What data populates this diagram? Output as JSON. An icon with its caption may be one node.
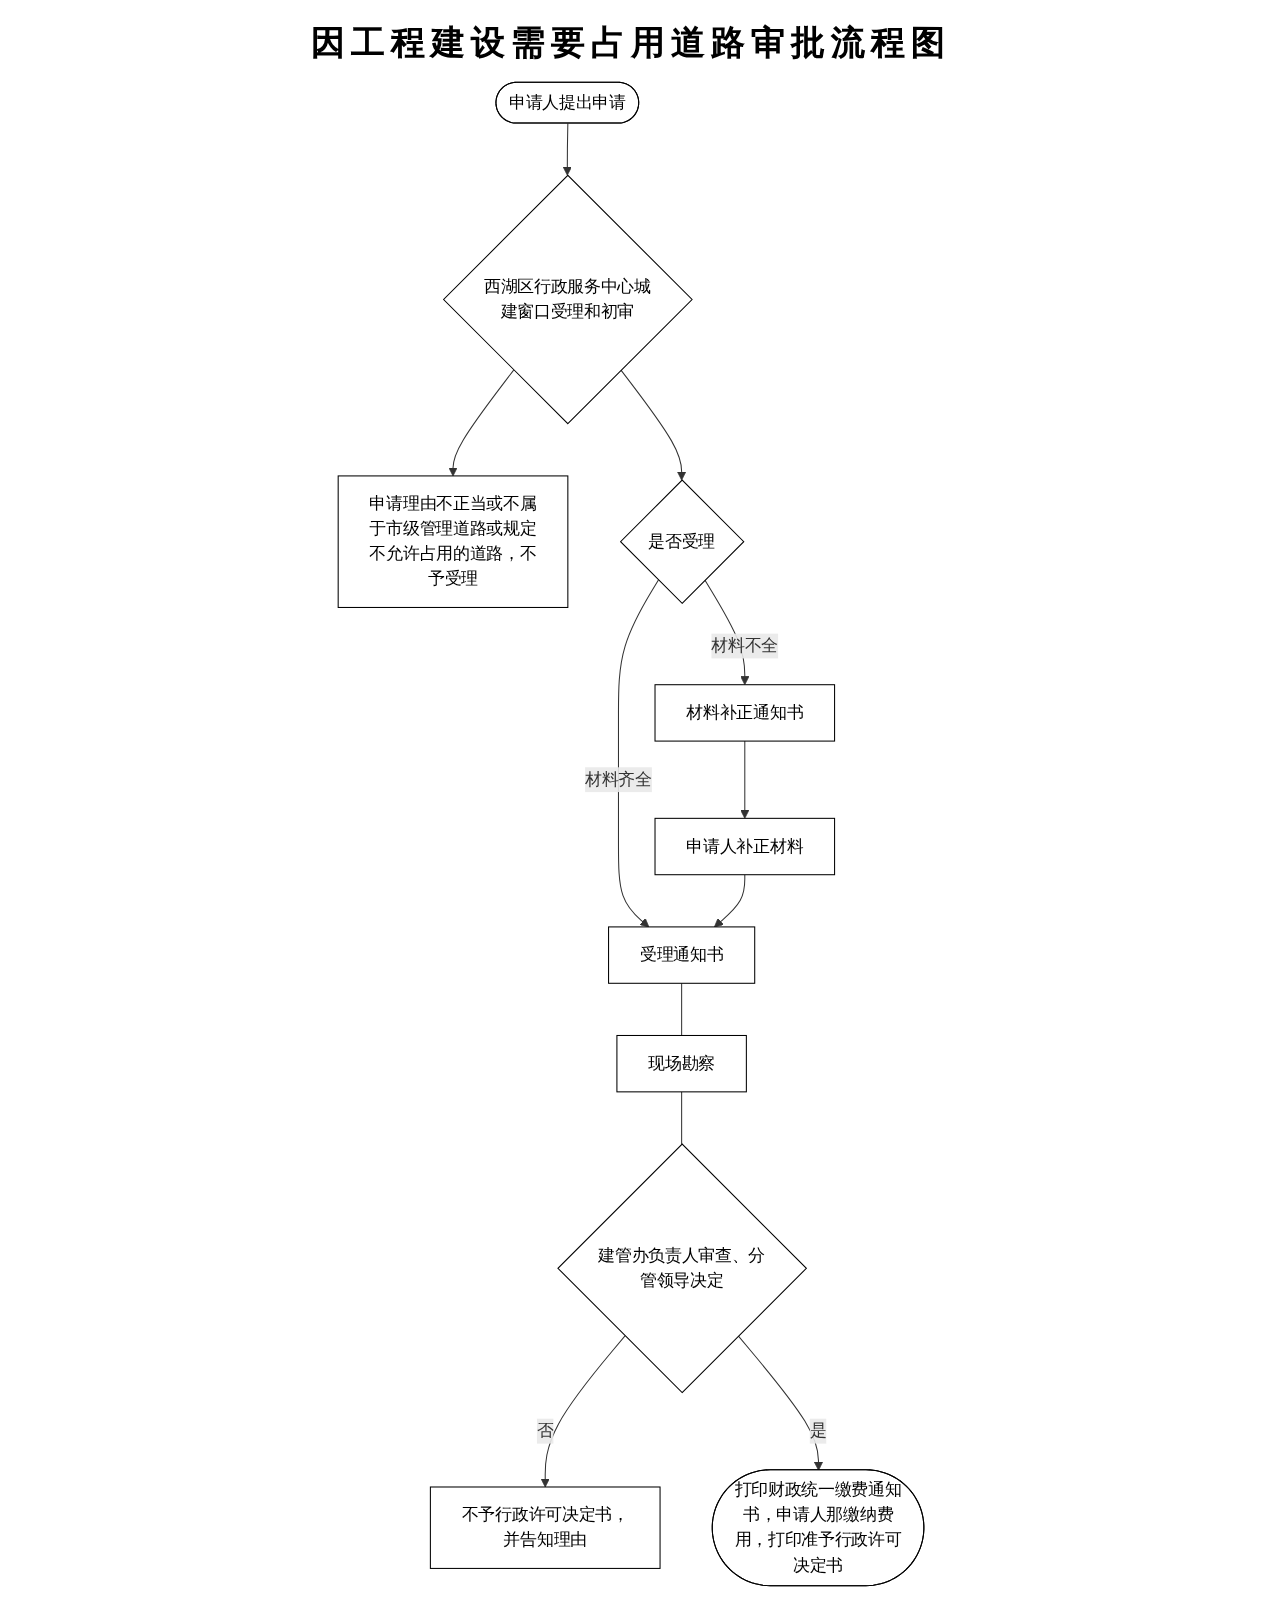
{
  "diagram": {
    "title": "因工程建设需要占用道路审批流程图",
    "nodes": [
      {
        "text": [
          "申请人提出申请"
        ]
      },
      {
        "text": [
          "西湖区行政服务中心城建窗口受理和初审"
        ]
      },
      {
        "text": [
          "申请理由不正当或不属于市级管理道路或规定不允许占用的道路，不予受理"
        ]
      },
      {
        "text": [
          "是否受理"
        ]
      },
      {
        "text": [
          "材料补正通知书"
        ]
      },
      {
        "text": [
          "申请人补正材料"
        ]
      },
      {
        "text": [
          "受理通知书"
        ]
      },
      {
        "text": [
          "现场勘察"
        ]
      },
      {
        "text": [
          "建管办负责人审查、分管领导决定"
        ]
      },
      {
        "text": [
          "不予行政许可决定书，并告知理由"
        ]
      },
      {
        "text": [
          "打印财政统一缴费通知书，申请人那缴纳费用，打印准予行政许可决定书"
        ]
      }
    ],
    "edges": [
      {
        "from": 0,
        "to": 1,
        "arrow": "to"
      },
      {
        "from": 1,
        "to": 2,
        "arrow": "to"
      },
      {
        "from": 1,
        "to": 3,
        "arrow": "to"
      },
      {
        "from": 3,
        "to": 4,
        "arrow": "to",
        "label": "材料不全"
      },
      {
        "from": 3,
        "to": 6,
        "arrow": "to",
        "label": "材料齐全"
      },
      {
        "from": 4,
        "to": 5,
        "arrow": "to"
      },
      {
        "from": 5,
        "to": 6,
        "arrow": "to"
      },
      {
        "from": 6,
        "to": 7,
        "arrow": "none"
      },
      {
        "from": 7,
        "to": 8,
        "arrow": "none"
      },
      {
        "from": 8,
        "to": 9,
        "arrow": "to",
        "label": "否"
      },
      {
        "from": 8,
        "to": 10,
        "arrow": "to",
        "label": "是"
      }
    ]
  }
}
